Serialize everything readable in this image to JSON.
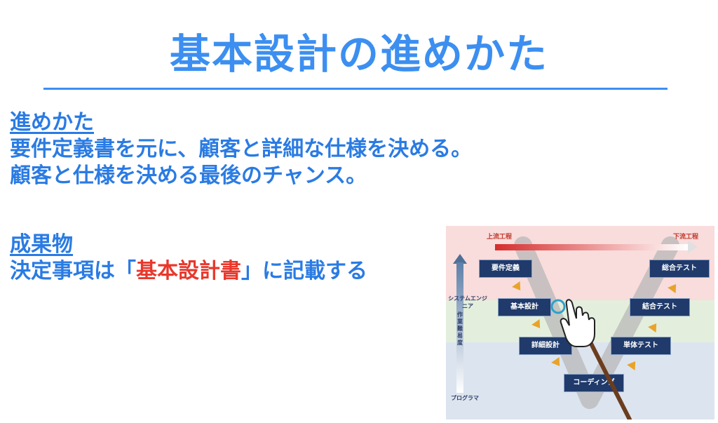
{
  "title": "基本設計の進めかた",
  "section1": {
    "heading": "進めかた",
    "line1": "要件定義書を元に、顧客と詳細な仕様を決める。",
    "line2": "顧客と仕様を決める最後のチャンス。"
  },
  "section2": {
    "heading": "成果物",
    "line_prefix": "決定事項は「",
    "line_highlight": "基本設計書",
    "line_suffix": "」に記載する"
  },
  "figure": {
    "upstream_label": "上流工程",
    "downstream_label": "下流工程",
    "axis_top_label": "システムエンジニア",
    "axis_mid_label": "作業難易度",
    "axis_bottom_label": "プログラマ",
    "boxes": {
      "requirements": "要件定義",
      "basic_design": "基本設計",
      "detail_design": "詳細設計",
      "coding": "コーディング",
      "unit_test": "単体テスト",
      "integration_test": "結合テスト",
      "system_test": "総合テスト"
    }
  },
  "colors": {
    "accent": "#3c8ff0",
    "highlight": "#e8382c",
    "box": "#1f3a6b"
  }
}
